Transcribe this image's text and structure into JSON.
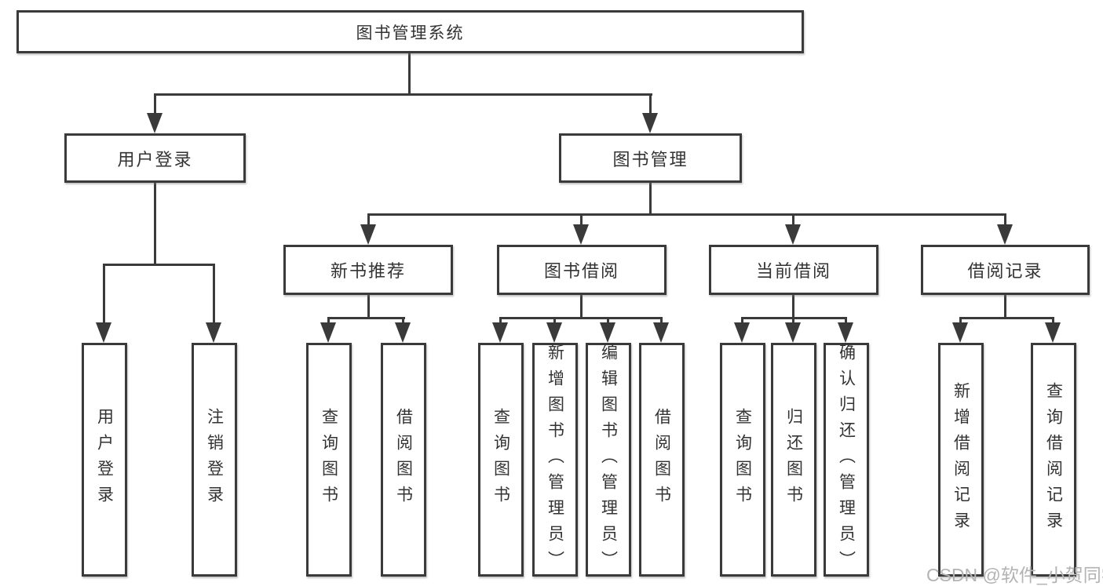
{
  "root": {
    "label": "图书管理系统"
  },
  "level2": [
    {
      "label": "用户登录",
      "parent": "图书管理系统"
    },
    {
      "label": "图书管理",
      "parent": "图书管理系统"
    }
  ],
  "level3": [
    {
      "label": "新书推荐",
      "parent": "图书管理"
    },
    {
      "label": "图书借阅",
      "parent": "图书管理"
    },
    {
      "label": "当前借阅",
      "parent": "图书管理"
    },
    {
      "label": "借阅记录",
      "parent": "图书管理"
    }
  ],
  "leaves": [
    {
      "label": "用户登录",
      "parent": "用户登录"
    },
    {
      "label": "注销登录",
      "parent": "用户登录"
    },
    {
      "label": "查询图书",
      "parent": "新书推荐"
    },
    {
      "label": "借阅图书",
      "parent": "新书推荐"
    },
    {
      "label": "查询图书",
      "parent": "图书借阅"
    },
    {
      "label": "新增图书（管理员）",
      "parent": "图书借阅"
    },
    {
      "label": "编辑图书（管理员）",
      "parent": "图书借阅"
    },
    {
      "label": "借阅图书",
      "parent": "图书借阅"
    },
    {
      "label": "查询图书",
      "parent": "当前借阅"
    },
    {
      "label": "归还图书",
      "parent": "当前借阅"
    },
    {
      "label": "确认归还（管理员）",
      "parent": "当前借阅"
    },
    {
      "label": "新增借阅记录",
      "parent": "借阅记录"
    },
    {
      "label": "查询借阅记录",
      "parent": "借阅记录"
    }
  ],
  "watermark": {
    "text": "CSDN @软件_小贺同学"
  },
  "colors": {
    "line": "#3a3a3a",
    "text": "#333333",
    "box_background": "#ffffff",
    "watermark": "#b3b3b3"
  }
}
